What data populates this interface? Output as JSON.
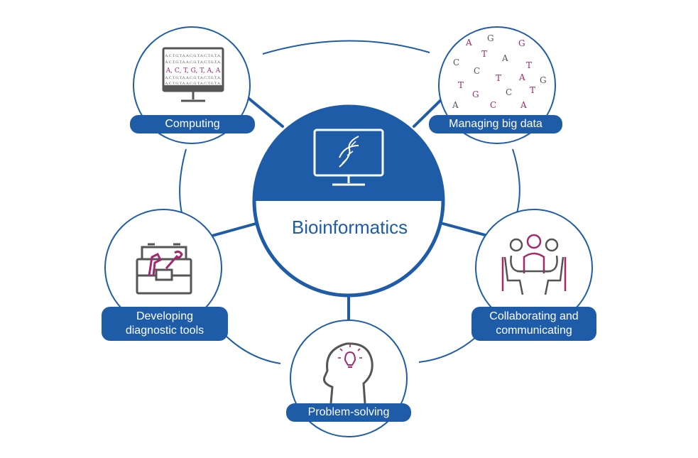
{
  "center": {
    "title": "Bioinformatics"
  },
  "nodes": {
    "computing": {
      "label": "Computing"
    },
    "big_data": {
      "label": "Managing big data"
    },
    "diagnostic": {
      "line1": "Developing",
      "line2": "diagnostic tools"
    },
    "collaborating": {
      "line1": "Collaborating and",
      "line2": "communicating"
    },
    "problem_solving": {
      "label": "Problem-solving"
    }
  },
  "screen_text": {
    "small_row": "A,C,T,G,T,A,A,C,G,T,A,C,T,G,T,A,",
    "big_row": "A, C, T, G, T, A, A"
  },
  "letters": [
    "A",
    "G",
    "T",
    "C",
    "A",
    "G",
    "C",
    "T",
    "A",
    "T",
    "G",
    "T",
    "C",
    "T",
    "A",
    "G",
    "C",
    "A"
  ],
  "colors": {
    "brand_blue": "#1f5ca8",
    "accent_magenta": "#a3286e",
    "icon_gray": "#555555"
  }
}
